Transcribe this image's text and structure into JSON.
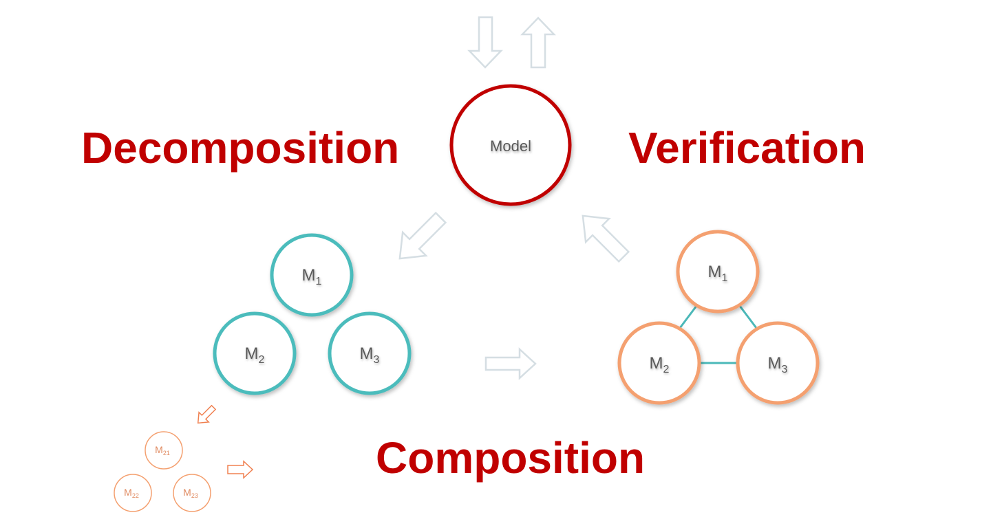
{
  "colors": {
    "red": "#C00000",
    "teal": "#4BBCBC",
    "orange": "#F4A070",
    "edge": "#4BB8B8",
    "arrow": "#D5DEE3",
    "small_arrow": "#F08050",
    "label_gray": "#595959",
    "small_label": "#E08A60"
  },
  "labels": {
    "decomposition": "Decomposition",
    "verification": "Verification",
    "composition": "Composition",
    "model": "Model"
  },
  "decomposed": {
    "m1": {
      "base": "M",
      "sub": "1"
    },
    "m2": {
      "base": "M",
      "sub": "2"
    },
    "m3": {
      "base": "M",
      "sub": "3"
    }
  },
  "composed": {
    "m1": {
      "base": "M",
      "sub": "1"
    },
    "m2": {
      "base": "M",
      "sub": "2"
    },
    "m3": {
      "base": "M",
      "sub": "3"
    }
  },
  "sub_decomposed": {
    "m21": {
      "base": "M",
      "sub": "21"
    },
    "m22": {
      "base": "M",
      "sub": "22"
    },
    "m23": {
      "base": "M",
      "sub": "23"
    }
  }
}
